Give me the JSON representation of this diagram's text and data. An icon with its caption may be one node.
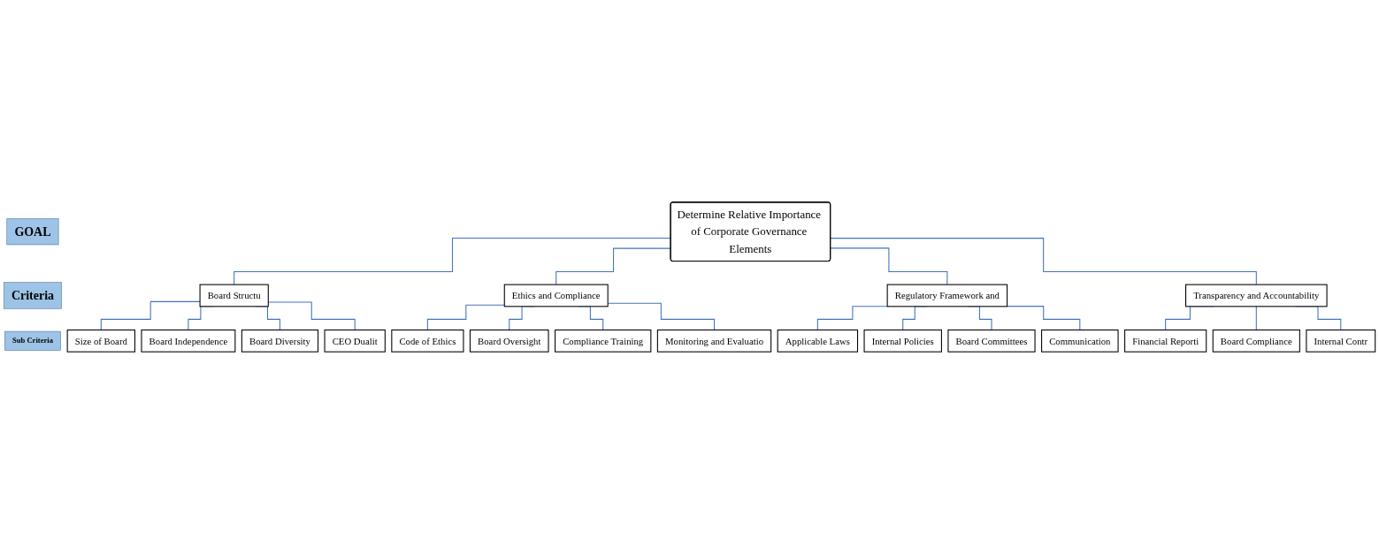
{
  "diagram": {
    "nodes": [
      {
        "text": [
          "GOAL"
        ]
      },
      {
        "text": [
          "Determine Relative Importance of Corporate Governance Elements"
        ]
      },
      {
        "text": [
          "Criteria"
        ]
      },
      {
        "text": [
          "Board Structu"
        ]
      },
      {
        "text": [
          "Ethics and Compliance"
        ]
      },
      {
        "text": [
          "Regulatory Framework and"
        ]
      },
      {
        "text": [
          "Transparency and Accountability"
        ]
      },
      {
        "text": [
          "Sub Criteria"
        ]
      },
      {
        "text": [
          "Size of Board"
        ]
      },
      {
        "text": [
          "Board Independence"
        ]
      },
      {
        "text": [
          "Board Diversity"
        ]
      },
      {
        "text": [
          "CEO Dualit"
        ]
      },
      {
        "text": [
          "Code of Ethics"
        ]
      },
      {
        "text": [
          "Board Oversight"
        ]
      },
      {
        "text": [
          "Compliance Training"
        ]
      },
      {
        "text": [
          "Monitoring and Evaluatio"
        ]
      },
      {
        "text": [
          "Applicable Laws"
        ]
      },
      {
        "text": [
          "Internal Policies"
        ]
      },
      {
        "text": [
          "Board Committees"
        ]
      },
      {
        "text": [
          "Communication"
        ]
      },
      {
        "text": [
          "Financial Reporti"
        ]
      },
      {
        "text": [
          "Board Compliance"
        ]
      },
      {
        "text": [
          "Internal Contr"
        ]
      }
    ],
    "edges": [
      {
        "from": 1,
        "to": 3,
        "arrow": "none"
      },
      {
        "from": 1,
        "to": 4,
        "arrow": "none"
      },
      {
        "from": 1,
        "to": 5,
        "arrow": "none"
      },
      {
        "from": 1,
        "to": 6,
        "arrow": "none"
      },
      {
        "from": 3,
        "to": 8,
        "arrow": "none"
      },
      {
        "from": 3,
        "to": 9,
        "arrow": "none"
      },
      {
        "from": 3,
        "to": 10,
        "arrow": "none"
      },
      {
        "from": 3,
        "to": 11,
        "arrow": "none"
      },
      {
        "from": 4,
        "to": 12,
        "arrow": "none"
      },
      {
        "from": 4,
        "to": 13,
        "arrow": "none"
      },
      {
        "from": 4,
        "to": 14,
        "arrow": "none"
      },
      {
        "from": 4,
        "to": 15,
        "arrow": "none"
      },
      {
        "from": 5,
        "to": 16,
        "arrow": "none"
      },
      {
        "from": 5,
        "to": 17,
        "arrow": "none"
      },
      {
        "from": 5,
        "to": 18,
        "arrow": "none"
      },
      {
        "from": 5,
        "to": 19,
        "arrow": "none"
      },
      {
        "from": 6,
        "to": 20,
        "arrow": "none"
      },
      {
        "from": 6,
        "to": 21,
        "arrow": "none"
      },
      {
        "from": 6,
        "to": 22,
        "arrow": "none"
      }
    ]
  }
}
